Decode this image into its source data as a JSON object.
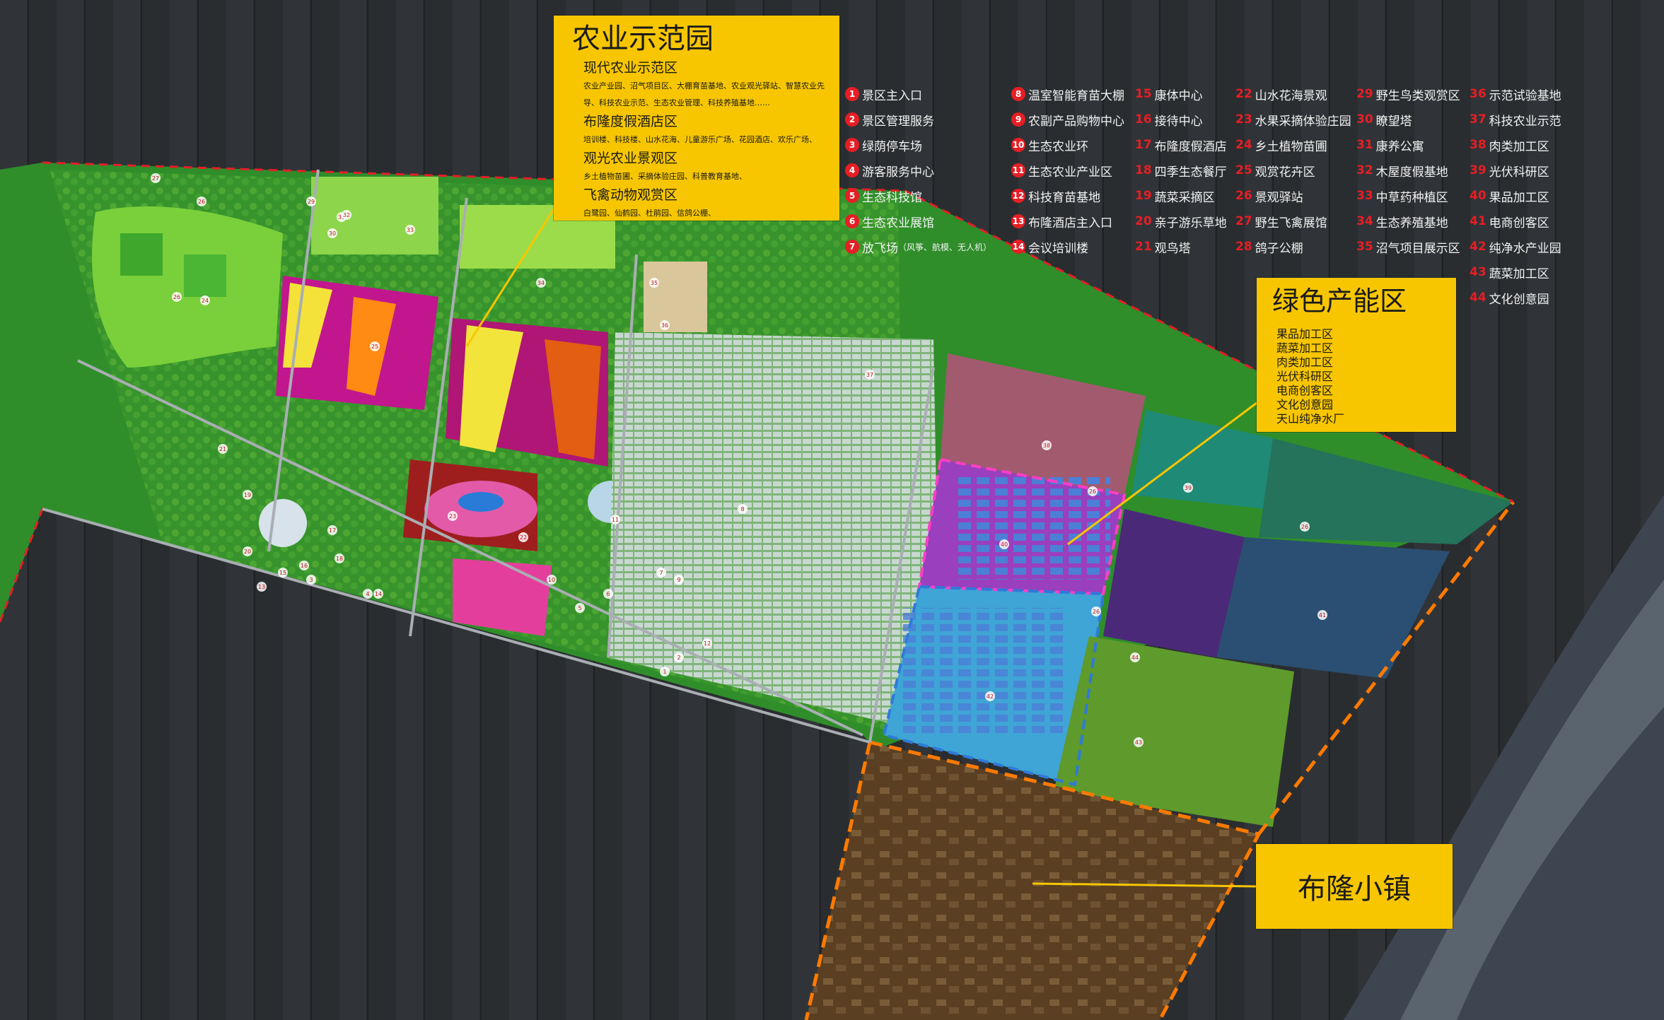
{
  "callouts": {
    "agri": {
      "title": "农业示范园",
      "sections": [
        {
          "heading": "现代农业示范区",
          "body": "农业产业园、沼气项目区、大棚育苗基地、农业观光驿站、智慧农业先导、科技农业示范、生态农业管理、科技养殖基地……"
        },
        {
          "heading": "布隆度假酒店区",
          "body": "培训楼、科技楼、山水花海、儿童游乐广场、花园酒店、欢乐广场、"
        },
        {
          "heading": "观光农业景观区",
          "body": "乡土植物苗圃、采摘体验庄园、科普教育基地、"
        },
        {
          "heading": "飞禽动物观赏区",
          "body": "白鹭园、仙鹤园、杜鹃园、信鸽公棚、"
        }
      ]
    },
    "green": {
      "title": "绿色产能区",
      "items": [
        "果品加工区",
        "蔬菜加工区",
        "肉类加工区",
        "光伏科研区",
        "电商创客区",
        "文化创意园",
        "天山纯净水厂"
      ]
    },
    "town": {
      "title": "布隆小镇"
    }
  },
  "legend": {
    "col1": [
      {
        "num": "1",
        "label": "景区主入口"
      },
      {
        "num": "2",
        "label": "景区管理服务"
      },
      {
        "num": "3",
        "label": "绿荫停车场"
      },
      {
        "num": "4",
        "label": "游客服务中心"
      },
      {
        "num": "5",
        "label": "生态科技馆"
      },
      {
        "num": "6",
        "label": "生态农业展馆"
      },
      {
        "num": "7",
        "label": "放飞场",
        "note": "（风筝、航模、无人机）"
      }
    ],
    "col2": [
      {
        "num": "8",
        "label": "温室智能育苗大棚"
      },
      {
        "num": "9",
        "label": "农副产品购物中心"
      },
      {
        "num": "10",
        "label": "生态农业环"
      },
      {
        "num": "11",
        "label": "生态农业产业区"
      },
      {
        "num": "12",
        "label": "科技育苗基地"
      },
      {
        "num": "13",
        "label": "布隆酒店主入口"
      },
      {
        "num": "14",
        "label": "会议培训楼"
      }
    ],
    "col3": [
      {
        "num": "15",
        "label": "康体中心"
      },
      {
        "num": "16",
        "label": "接待中心"
      },
      {
        "num": "17",
        "label": "布隆度假酒店"
      },
      {
        "num": "18",
        "label": "四季生态餐厅"
      },
      {
        "num": "19",
        "label": "蔬菜采摘区"
      },
      {
        "num": "20",
        "label": "亲子游乐草地"
      },
      {
        "num": "21",
        "label": "观鸟塔"
      }
    ],
    "col4": [
      {
        "num": "22",
        "label": "山水花海景观"
      },
      {
        "num": "23",
        "label": "水果采摘体验庄园"
      },
      {
        "num": "24",
        "label": "乡土植物苗圃"
      },
      {
        "num": "25",
        "label": "观赏花卉区"
      },
      {
        "num": "26",
        "label": "景观驿站"
      },
      {
        "num": "27",
        "label": "野生飞禽展馆"
      },
      {
        "num": "28",
        "label": "鸽子公棚"
      }
    ],
    "col5": [
      {
        "num": "29",
        "label": "野生鸟类观赏区"
      },
      {
        "num": "30",
        "label": "瞭望塔"
      },
      {
        "num": "31",
        "label": "康养公寓"
      },
      {
        "num": "32",
        "label": "木屋度假基地"
      },
      {
        "num": "33",
        "label": "中草药种植区"
      },
      {
        "num": "34",
        "label": "生态养殖基地"
      },
      {
        "num": "35",
        "label": "沼气项目展示区"
      }
    ],
    "col6": [
      {
        "num": "36",
        "label": "示范试验基地"
      },
      {
        "num": "37",
        "label": "科技农业示范"
      },
      {
        "num": "38",
        "label": "肉类加工区"
      },
      {
        "num": "39",
        "label": "光伏科研区"
      },
      {
        "num": "40",
        "label": "果品加工区"
      },
      {
        "num": "41",
        "label": "电商创客区"
      },
      {
        "num": "42",
        "label": "纯净水产业园"
      },
      {
        "num": "43",
        "label": "蔬菜加工区"
      },
      {
        "num": "44",
        "label": "文化创意园"
      }
    ]
  },
  "map_labels": [
    "27",
    "26",
    "29",
    "30",
    "31",
    "32",
    "33",
    "34",
    "35",
    "36",
    "24",
    "26",
    "25",
    "21",
    "19",
    "20",
    "17",
    "22",
    "23",
    "18",
    "16",
    "15",
    "14",
    "13",
    "3",
    "4",
    "5",
    "6",
    "7",
    "8",
    "9",
    "10",
    "11",
    "12",
    "1",
    "2",
    "37",
    "26",
    "38",
    "39",
    "40",
    "26",
    "41",
    "42",
    "43",
    "44",
    "26"
  ],
  "colors": {
    "callout": "#f7c600",
    "badge": "#e61e25",
    "dash": "#ff7a00",
    "legend_text": "#f2f2f2"
  }
}
